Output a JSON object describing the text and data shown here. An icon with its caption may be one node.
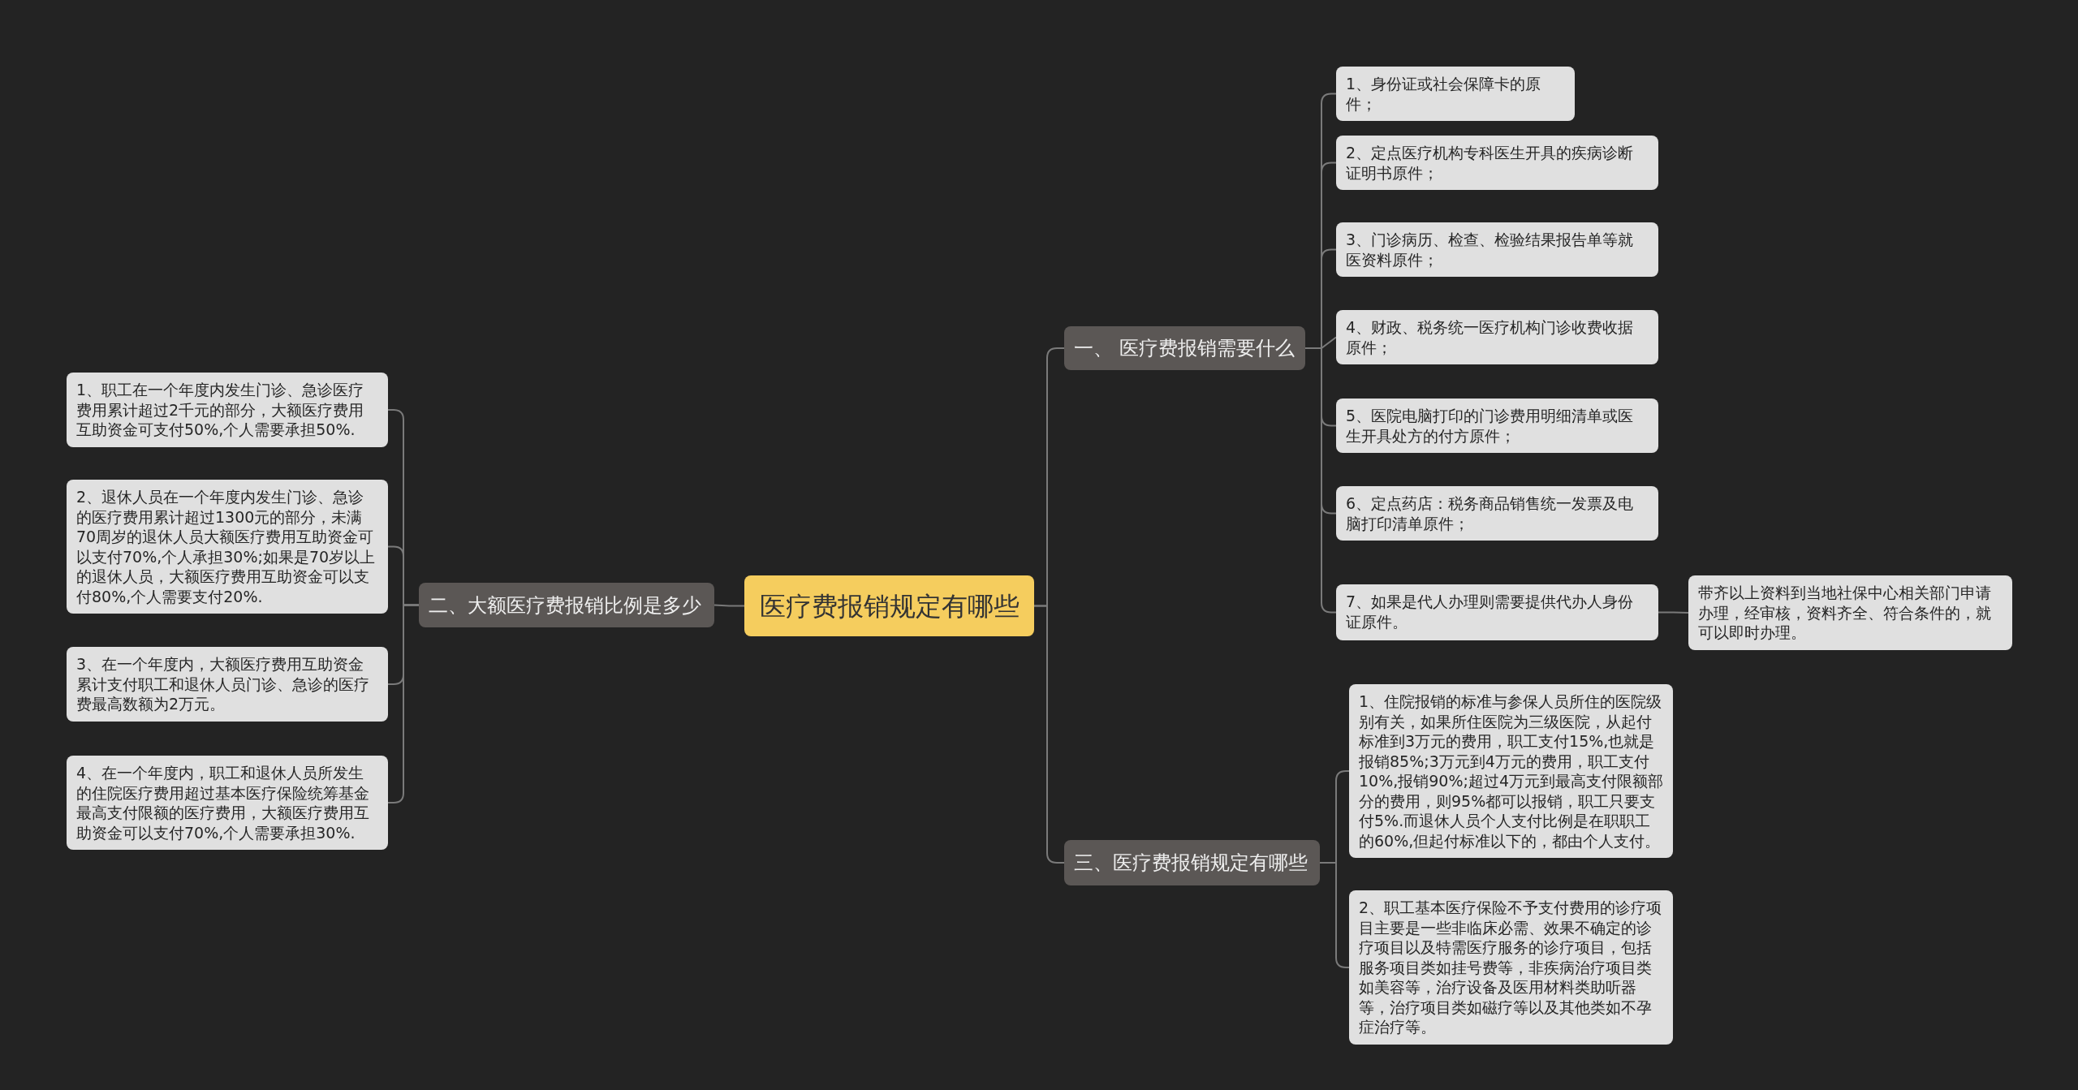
{
  "diagram": {
    "nodes": [
      {
        "text": [
          "医疗费报销规定有哪些"
        ]
      },
      {
        "text": [
          "一、 医疗费报销需要什么"
        ]
      },
      {
        "text": [
          "1、身份证或社会保障卡的原件；"
        ]
      },
      {
        "text": [
          "2、定点医疗机构专科医生开具的疾病诊断证明书原件；"
        ]
      },
      {
        "text": [
          "3、门诊病历、检查、检验结果报告单等就医资料原件；"
        ]
      },
      {
        "text": [
          "4、财政、税务统一医疗机构门诊收费收据原件；"
        ]
      },
      {
        "text": [
          "5、医院电脑打印的门诊费用明细清单或医生开具处方的付方原件；"
        ]
      },
      {
        "text": [
          "6、定点药店：税务商品销售统一发票及电脑打印清单原件；"
        ]
      },
      {
        "text": [
          "7、如果是代人办理则需要提供代办人身份证原件。"
        ]
      },
      {
        "text": [
          "带齐以上资料到当地社保中心相关部门申请办理，经审核，资料齐全、符合条件的，就可以即时办理。"
        ]
      },
      {
        "text": [
          "二、大额医疗费报销比例是多少"
        ]
      },
      {
        "text": [
          "1、职工在一个年度内发生门诊、急诊医疗费用累计超过2千元的部分，大额医疗费用互助资金可支付50%,个人需要承担50%."
        ]
      },
      {
        "text": [
          "2、退休人员在一个年度内发生门诊、急诊的医疗费用累计超过1300元的部分，未满70周岁的退休人员大额医疗费用互助资金可以支付70%,个人承担30%;如果是70岁以上的退休人员，大额医疗费用互助资金可以支付80%,个人需要支付20%."
        ]
      },
      {
        "text": [
          "3、在一个年度内，大额医疗费用互助资金累计支付职工和退休人员门诊、急诊的医疗费最高数额为2万元。"
        ]
      },
      {
        "text": [
          "4、在一个年度内，职工和退休人员所发生的住院医疗费用超过基本医疗保险统筹基金最高支付限额的医疗费用，大额医疗费用互助资金可以支付70%,个人需要承担30%."
        ]
      },
      {
        "text": [
          "三、医疗费报销规定有哪些"
        ]
      },
      {
        "text": [
          "1、住院报销的标准与参保人员所住的医院级别有关，如果所住医院为三级医院，从起付标准到3万元的费用，职工支付15%,也就是报销85%;3万元到4万元的费用，职工支付10%,报销90%;超过4万元到最高支付限额部分的费用，则95%都可以报销，职工只要支付5%.而退休人员个人支付比例是在职职工的60%,但起付标准以下的，都由个人支付。"
        ]
      },
      {
        "text": [
          "2、职工基本医疗保险不予支付费用的诊疗项目主要是一些非临床必需、效果不确定的诊疗项目以及特需医疗服务的诊疗项目，包括服务项目类如挂号费等，非疾病治疗项目类如美容等，治疗设备及医用材料类助听器等，治疗项目类如磁疗等以及其他类如不孕症治疗等。"
        ]
      }
    ],
    "edges": [
      {
        "from": 0,
        "to": 1,
        "arrow": "none"
      },
      {
        "from": 1,
        "to": 2,
        "arrow": "none"
      },
      {
        "from": 1,
        "to": 3,
        "arrow": "none"
      },
      {
        "from": 1,
        "to": 4,
        "arrow": "none"
      },
      {
        "from": 1,
        "to": 5,
        "arrow": "none"
      },
      {
        "from": 1,
        "to": 6,
        "arrow": "none"
      },
      {
        "from": 1,
        "to": 7,
        "arrow": "none"
      },
      {
        "from": 1,
        "to": 8,
        "arrow": "none"
      },
      {
        "from": 8,
        "to": 9,
        "arrow": "none"
      },
      {
        "from": 0,
        "to": 10,
        "arrow": "none"
      },
      {
        "from": 10,
        "to": 11,
        "arrow": "none"
      },
      {
        "from": 10,
        "to": 12,
        "arrow": "none"
      },
      {
        "from": 10,
        "to": 13,
        "arrow": "none"
      },
      {
        "from": 10,
        "to": 14,
        "arrow": "none"
      },
      {
        "from": 0,
        "to": 15,
        "arrow": "none"
      },
      {
        "from": 15,
        "to": 16,
        "arrow": "none"
      },
      {
        "from": 15,
        "to": 17,
        "arrow": "none"
      }
    ]
  }
}
